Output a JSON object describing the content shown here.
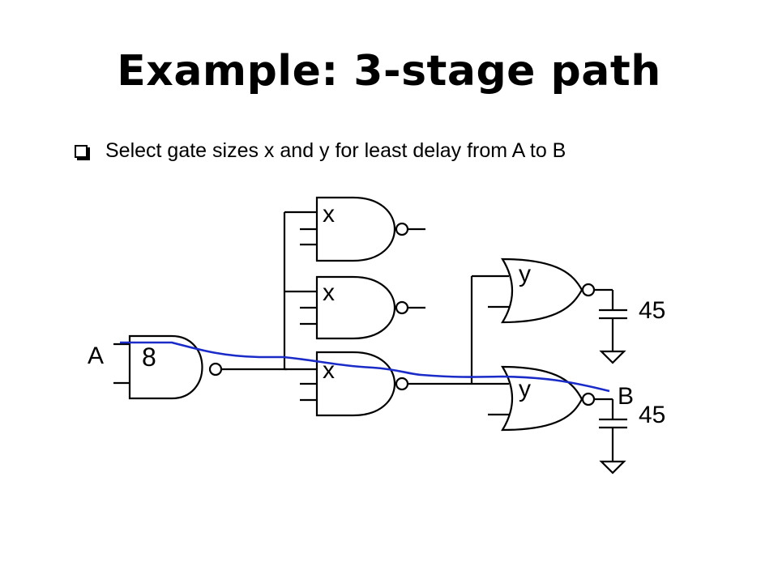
{
  "slide": {
    "title": "Example: 3-stage path",
    "bullet": "Select gate sizes x and y for least delay from A to B"
  },
  "diagram": {
    "input_label": "A",
    "output_label": "B",
    "gates": [
      {
        "id": "nand-input",
        "label": "8"
      },
      {
        "id": "nand-top",
        "label": "x"
      },
      {
        "id": "nand-middle",
        "label": "x"
      },
      {
        "id": "nand-bottom",
        "label": "x"
      },
      {
        "id": "nor-top",
        "label": "y"
      },
      {
        "id": "nor-bottom",
        "label": "y"
      }
    ],
    "loads": [
      {
        "id": "load-top",
        "label": "45"
      },
      {
        "id": "load-bottom",
        "label": "45"
      }
    ],
    "path_color": "#1a2bc8",
    "wire_color": "#000000"
  }
}
